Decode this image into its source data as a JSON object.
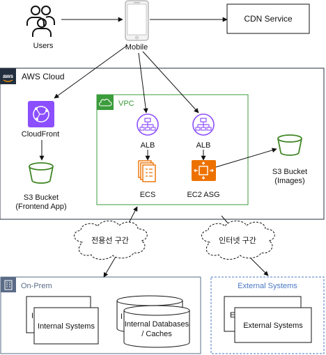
{
  "nodes": {
    "users": "Users",
    "mobile": "Mobile",
    "cdn": "CDN Service",
    "cloudfront": "CloudFront",
    "s3_frontend_line1": "S3 Bucket",
    "s3_frontend_line2": "(Frontend App)",
    "alb_left": "ALB",
    "alb_right": "ALB",
    "ecs": "ECS",
    "ec2_asg": "EC2 ASG",
    "s3_images_line1": "S3 Bucket",
    "s3_images_line2": "(Images)",
    "cloud_dedicated": "전용선 구간",
    "cloud_internet": "인터넷 구간",
    "internal_systems_back": "I",
    "internal_systems": "Internal Systems",
    "internal_db_back": "I",
    "internal_db_line1": "Internal Databases",
    "internal_db_line2": "/ Caches",
    "external_systems_back": "E",
    "external_systems": "External Systems"
  },
  "groups": {
    "aws_cloud": "AWS Cloud",
    "aws_logo": "aws",
    "vpc": "VPC",
    "onprem": "On-Prem",
    "external": "External Systems"
  },
  "colors": {
    "aws_dark": "#232F3E",
    "vpc_green": "#3B9C3B",
    "cloudfront_purple": "#8C4FFF",
    "alb_purple": "#8C4FFF",
    "s3_green": "#3F8624",
    "compute_orange": "#ED7100",
    "onprem_blue": "#5A6B86",
    "external_blue": "#4A77C4"
  }
}
